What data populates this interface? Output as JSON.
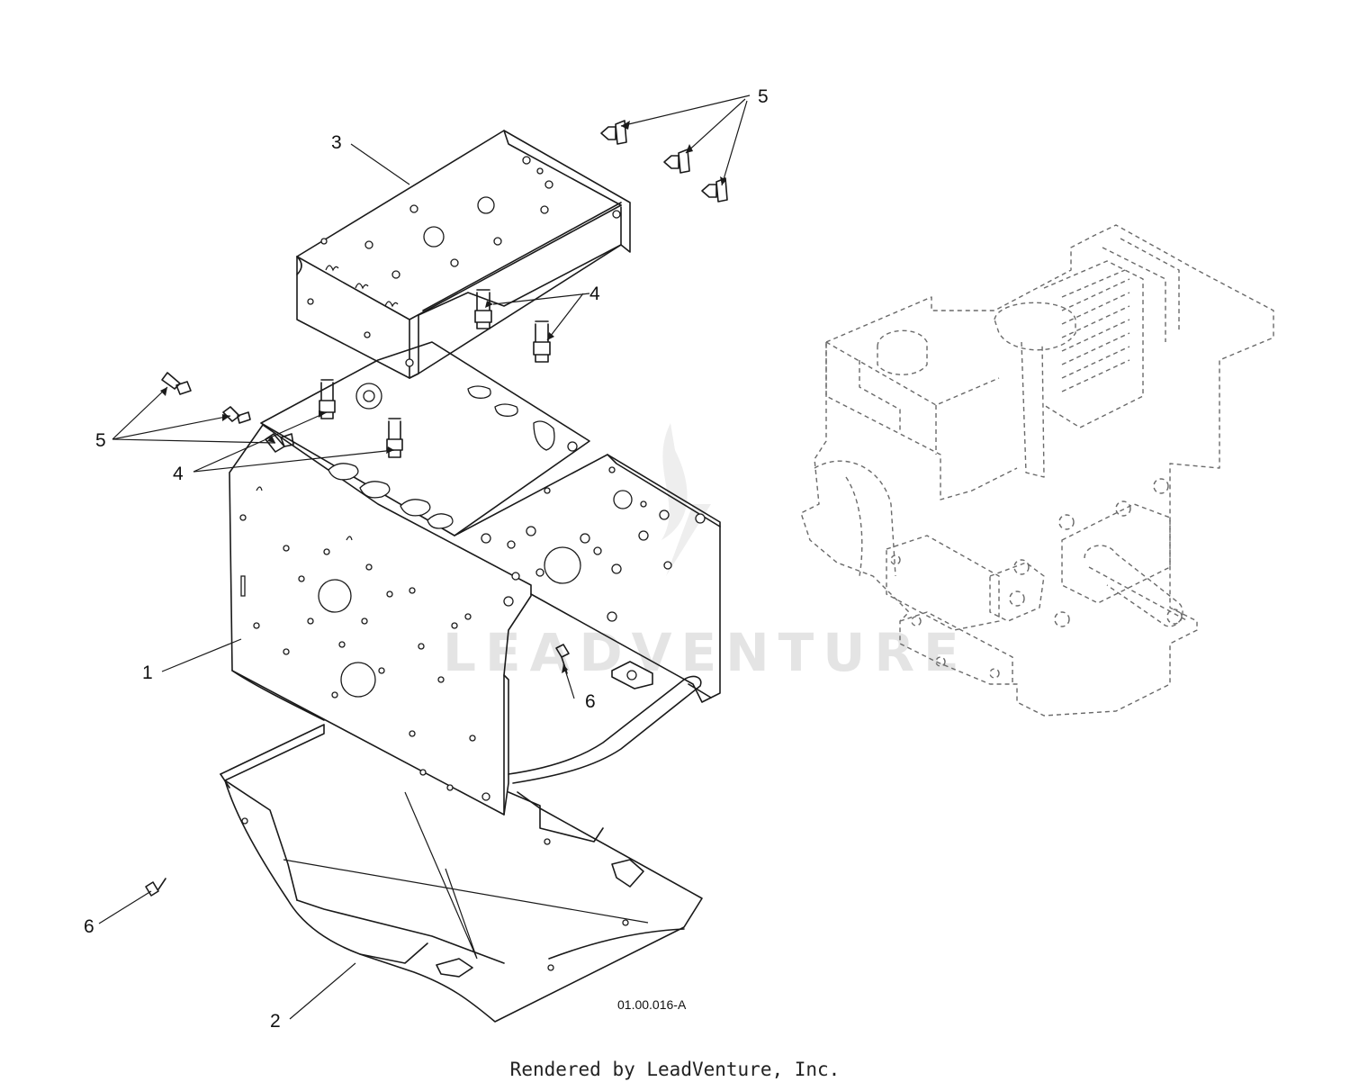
{
  "callouts": {
    "c1": "1",
    "c2": "2",
    "c3": "3",
    "c4a": "4",
    "c4b": "4",
    "c5a": "5",
    "c5b": "5",
    "c6a": "6",
    "c6b": "6"
  },
  "drawing_code": "01.00.016-A",
  "watermark": "LEADVENTURE",
  "footer": "Rendered by LeadVenture, Inc."
}
